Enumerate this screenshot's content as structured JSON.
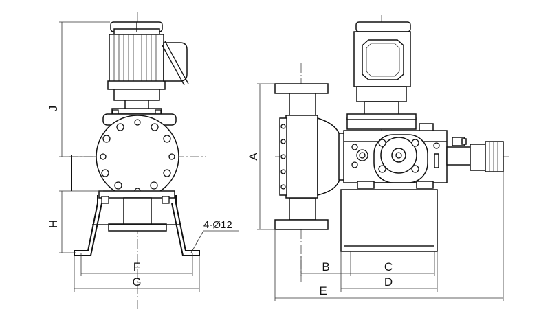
{
  "dimensions": {
    "A": "A",
    "B": "B",
    "C": "C",
    "D": "D",
    "E": "E",
    "F": "F",
    "G": "G",
    "H": "H",
    "J": "J"
  },
  "hole_note": "4-Ø12"
}
